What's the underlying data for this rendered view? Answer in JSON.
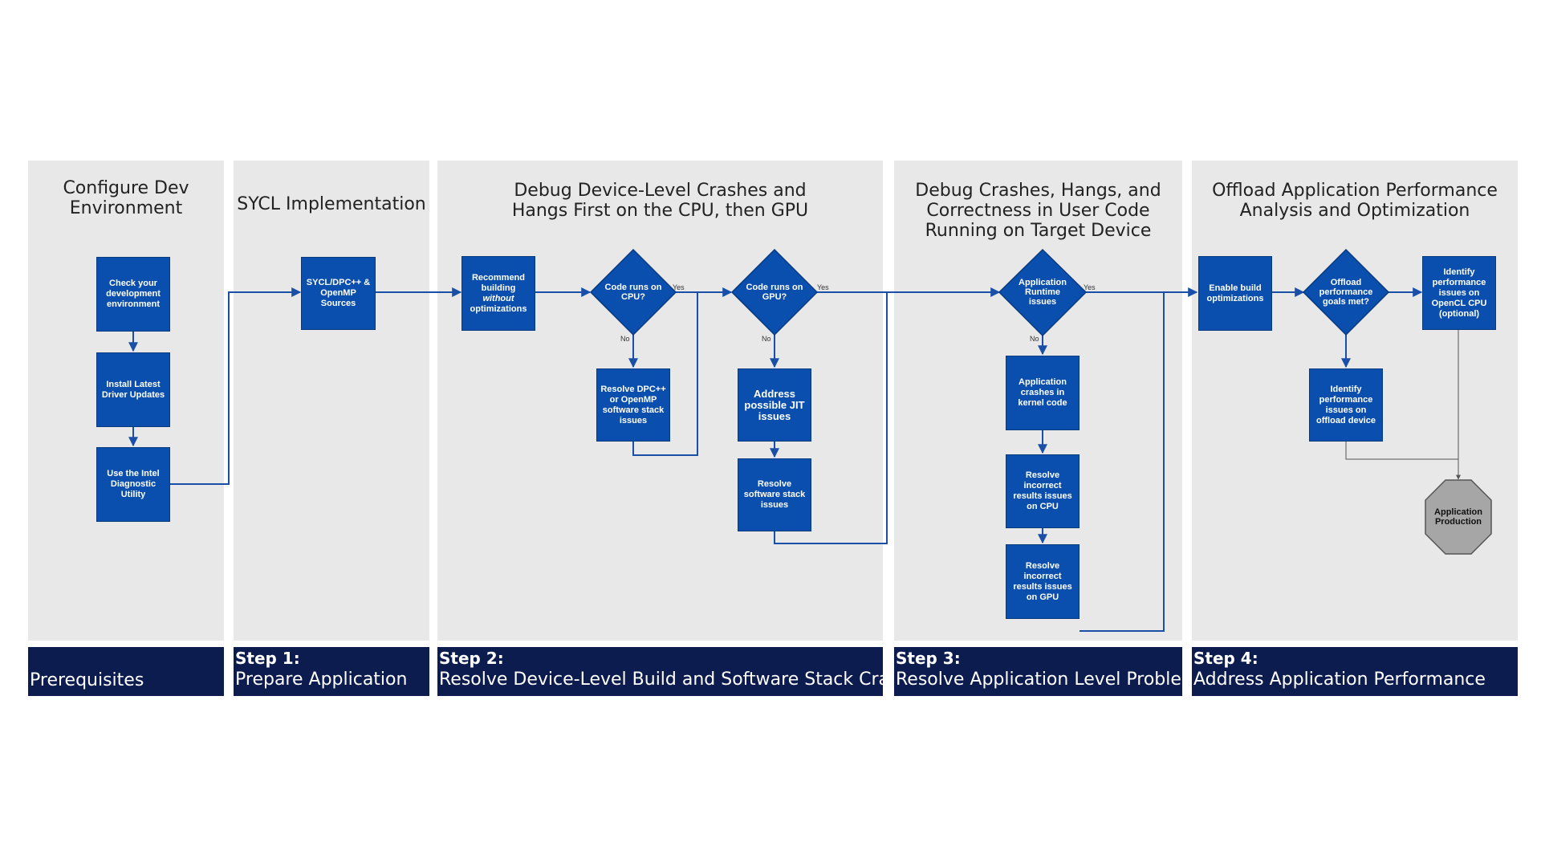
{
  "lanes": [
    {
      "title_line1": "Configure Dev",
      "title_line2": "Environment",
      "step": "",
      "footer": "Prerequisites"
    },
    {
      "title_line1": "SYCL Implementation",
      "step": "Step 1:",
      "footer": "Prepare Application"
    },
    {
      "title_line1": "Debug Device-Level Crashes and",
      "title_line2": "Hangs First on the CPU, then GPU",
      "step": "Step 2:",
      "footer": "Resolve Device-Level Build and Software Stack Crashes"
    },
    {
      "title_line1": "Debug Crashes, Hangs, and",
      "title_line2": "Correctness in User Code",
      "title_line3": "Running on Target Device",
      "step": "Step 3:",
      "footer": "Resolve Application Level Problems"
    },
    {
      "title_line1": "Offload Application Performance",
      "title_line2": "Analysis and Optimization",
      "step": "Step 4:",
      "footer": "Address Application Performance"
    }
  ],
  "nodes": {
    "check_env": "Check your development environment",
    "install_driver": "Install Latest Driver Updates",
    "diag_utility": "Use the Intel Diagnostic Utility",
    "sycl_sources": "SYCL/DPC++ & OpenMP Sources",
    "recommend_a": "Recommend building",
    "recommend_b": "without",
    "recommend_c": "optimizations",
    "cpu_decision": "Code runs on CPU?",
    "resolve_dpcpp": "Resolve DPC++ or OpenMP software stack issues",
    "gpu_decision": "Code runs on GPU?",
    "jit_issues": "Address possible JIT issues",
    "resolve_sw_stack": "Resolve software stack issues",
    "runtime_decision": "Application Runtime issues",
    "kernel_crashes": "Application crashes in kernel code",
    "incorrect_cpu": "Resolve incorrect results issues on CPU",
    "incorrect_gpu": "Resolve incorrect results issues on GPU",
    "enable_build": "Enable build optimizations",
    "perf_decision": "Offload performance goals met?",
    "perf_offload": "Identify performance issues on offload device",
    "perf_opencl": "Identify performance issues on OpenCL CPU (optional)",
    "production": "Application Production"
  },
  "edge_labels": {
    "yes": "Yes",
    "no": "No"
  },
  "colors": {
    "lane": "#e8e8e9",
    "footer": "#0d1c4f",
    "node": "#0b4fae",
    "connector": "#1a4fa8",
    "terminal": "#a6a6a6"
  }
}
